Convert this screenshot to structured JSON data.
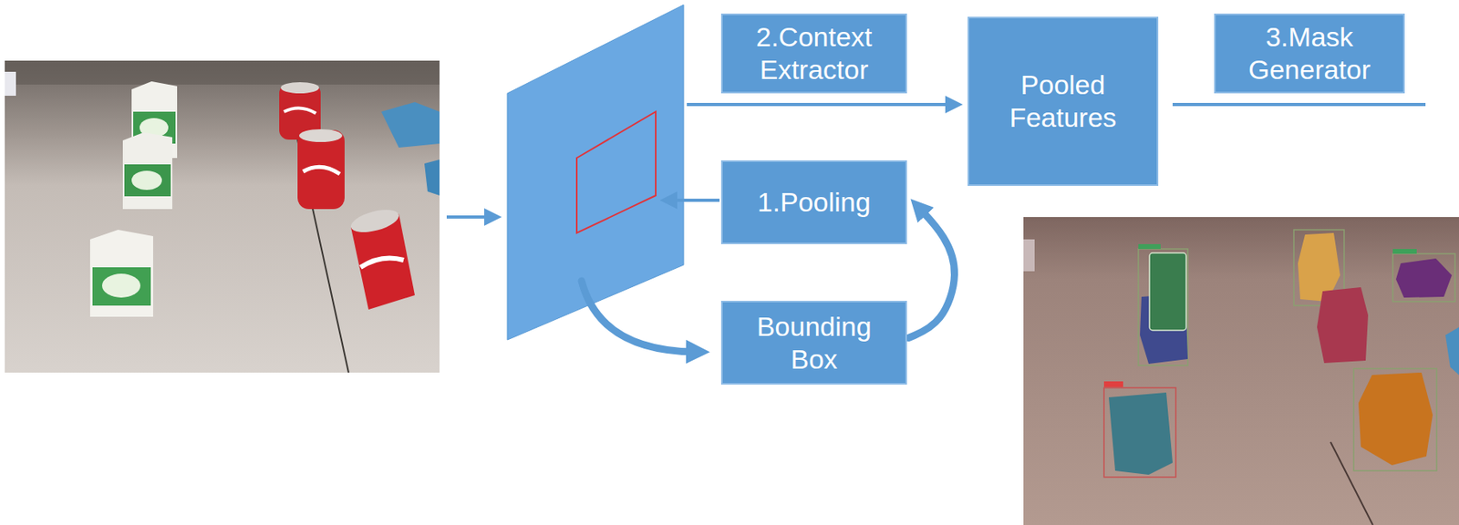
{
  "diagram": {
    "nodes": [
      {
        "text": [
          "2.Context Extractor"
        ]
      },
      {
        "text": [
          "Pooled Features"
        ]
      },
      {
        "text": [
          "3.Mask Generator"
        ]
      },
      {
        "text": [
          "1.Pooling"
        ]
      },
      {
        "text": [
          "Bounding Box"
        ]
      }
    ],
    "edges": [
      {
        "from": 4,
        "to": 3,
        "arrow": "to"
      }
    ]
  }
}
